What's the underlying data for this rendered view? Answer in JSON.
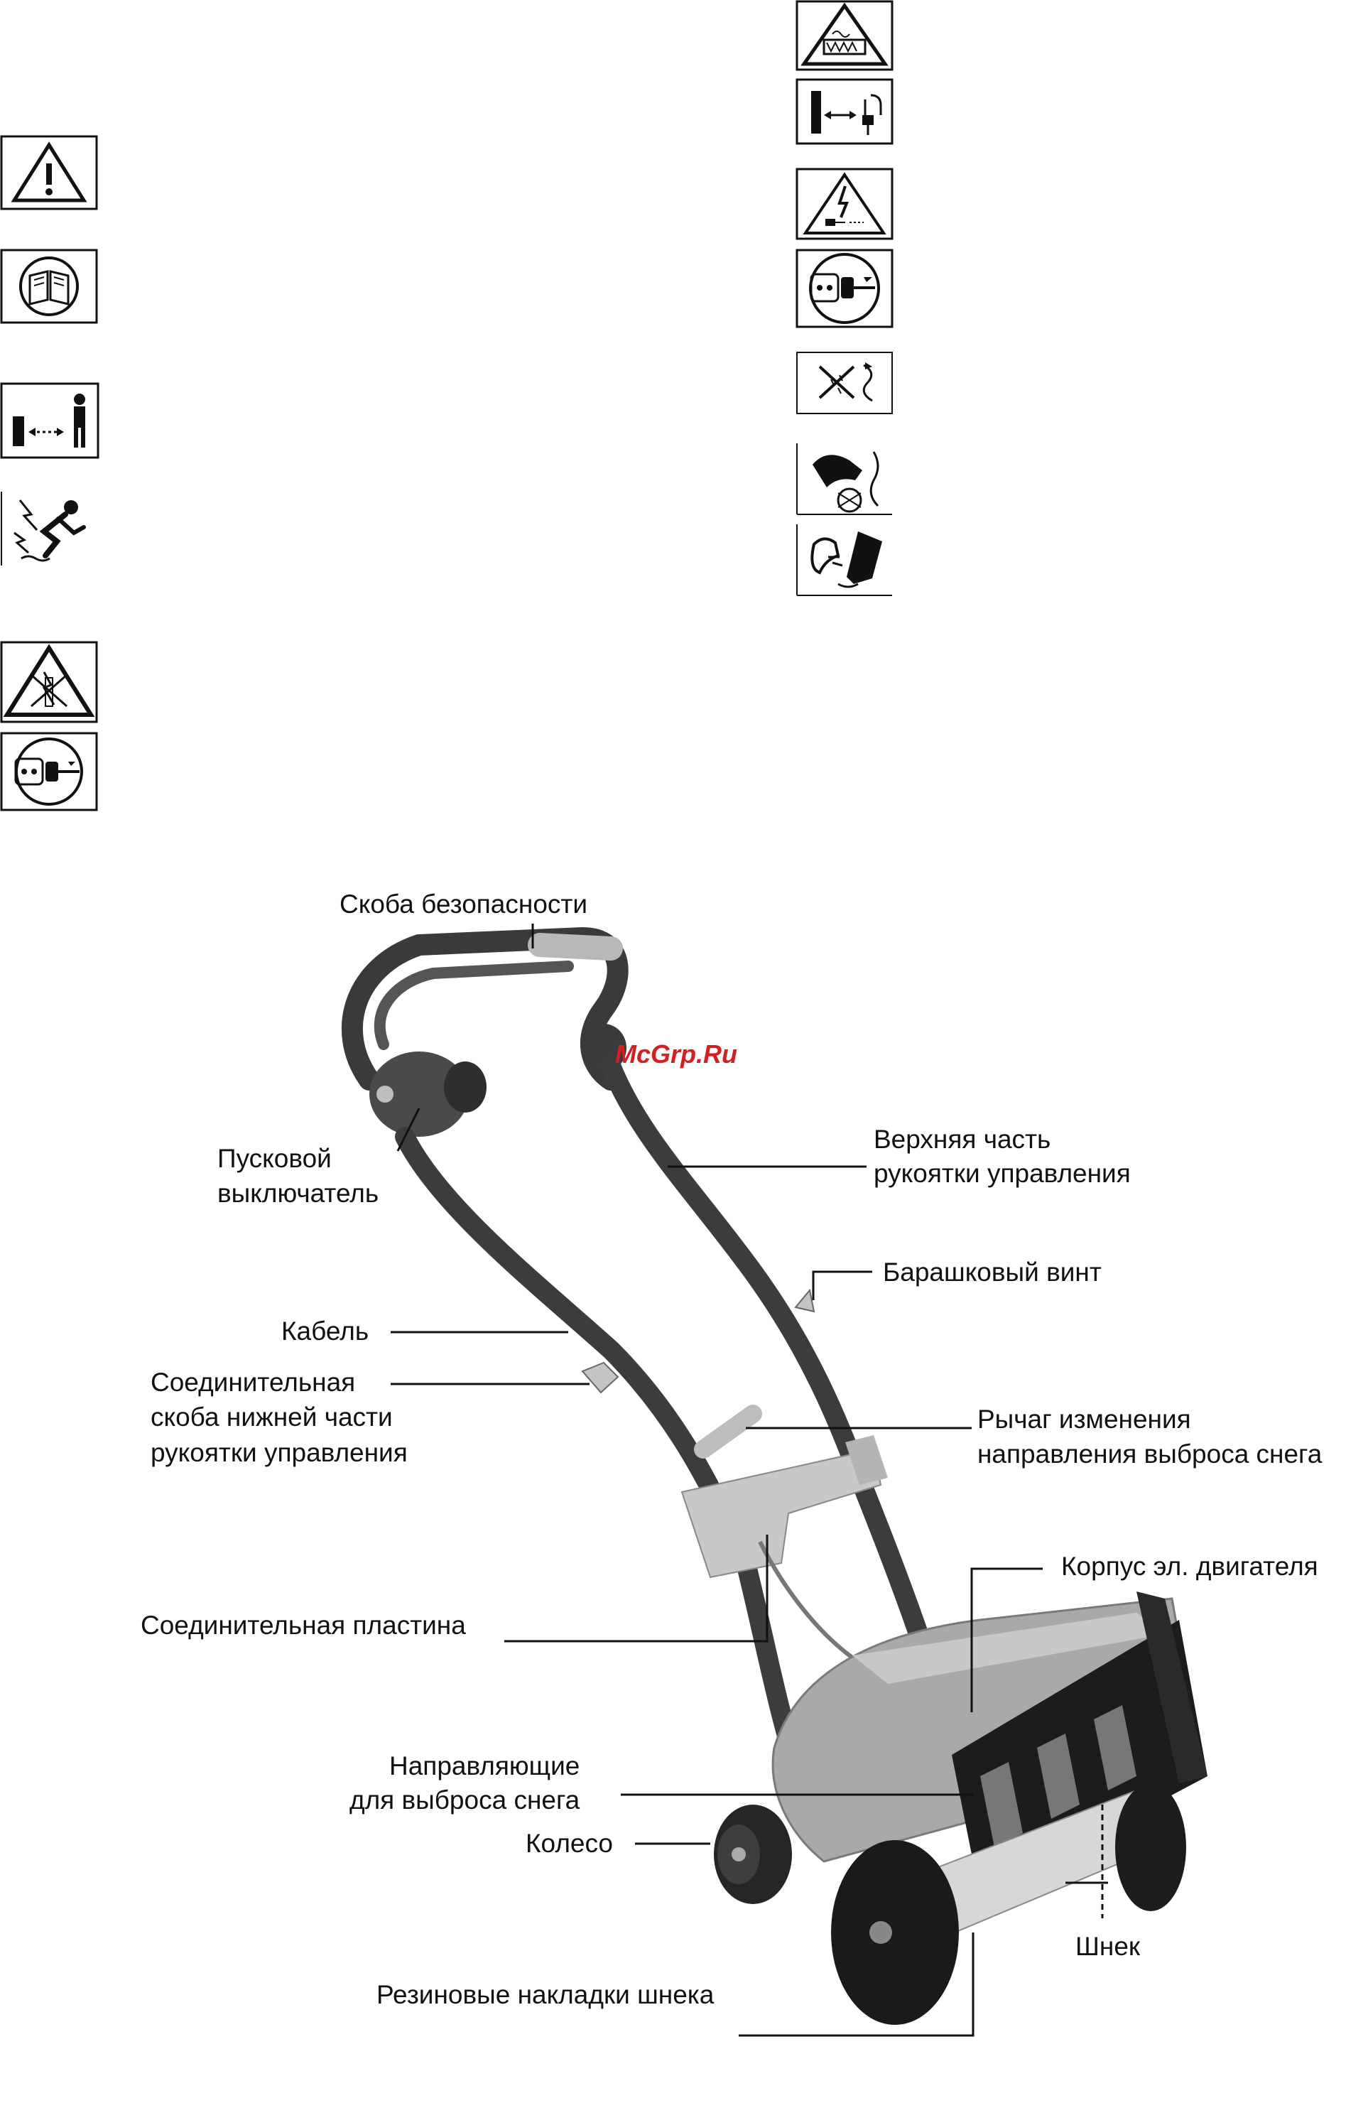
{
  "left_icons": [
    {
      "icon": "warning-triangle-icon"
    },
    {
      "icon": "read-manual-icon"
    },
    {
      "icon": "keep-distance-icon"
    },
    {
      "icon": "electric-shock-icon"
    },
    {
      "icon": "rotating-auger-hazard-icon"
    },
    {
      "icon": "unplug-icon"
    }
  ],
  "right_icons": [
    {
      "icon": "auger-warning-icon"
    },
    {
      "icon": "cable-distance-icon"
    },
    {
      "icon": "electric-hazard-unplug-icon"
    },
    {
      "icon": "unplug-plug-icon"
    },
    {
      "icon": "no-rain-icon"
    },
    {
      "icon": "hand-injury-icon"
    },
    {
      "icon": "foot-injury-icon"
    }
  ],
  "diagram": {
    "watermark": "McGrp.Ru",
    "labels": {
      "safety_bar": "Скоба безопасности",
      "start_switch_1": "Пусковой",
      "start_switch_2": "выключатель",
      "upper_handle_1": "Верхняя часть",
      "upper_handle_2": "рукоятки управления",
      "wing_screw": "Барашковый винт",
      "cable": "Кабель",
      "lower_bracket_1": "Соединительная",
      "lower_bracket_2": "скоба нижней части",
      "lower_bracket_3": "рукоятки управления",
      "chute_lever_1": "Рычаг изменения",
      "chute_lever_2": "направления выброса снега",
      "motor_housing": "Корпус эл. двигателя",
      "connecting_plate": "Соединительная пластина",
      "chute_guides_1": "Направляющие",
      "chute_guides_2": "для выброса снега",
      "wheel": "Колесо",
      "auger": "Шнек",
      "auger_rubber": "Резиновые накладки шнека"
    }
  }
}
